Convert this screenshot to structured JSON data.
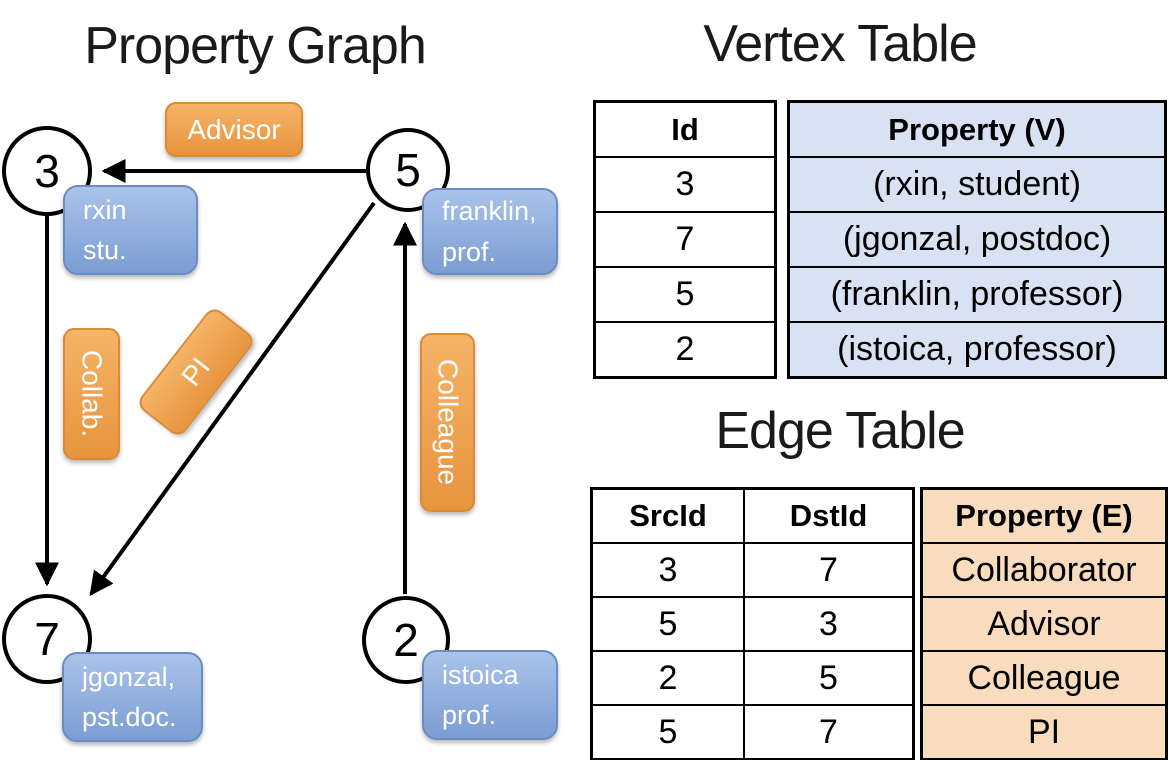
{
  "diagram": {
    "title": "Property Graph",
    "nodes": [
      {
        "id": "3",
        "line1": "rxin",
        "line2": "stu."
      },
      {
        "id": "5",
        "line1": "franklin,",
        "line2": "prof."
      },
      {
        "id": "7",
        "line1": "jgonzal,",
        "line2": "pst.doc."
      },
      {
        "id": "2",
        "line1": "istoica",
        "line2": "prof."
      }
    ],
    "edge_labels": {
      "advisor": "Advisor",
      "collab": "Collab.",
      "pi": "PI",
      "colleague": "Colleague"
    },
    "edges": [
      {
        "src": "5",
        "dst": "3",
        "label": "Advisor"
      },
      {
        "src": "3",
        "dst": "7",
        "label": "Collab."
      },
      {
        "src": "5",
        "dst": "7",
        "label": "PI"
      },
      {
        "src": "2",
        "dst": "5",
        "label": "Colleague"
      }
    ]
  },
  "vertex_table": {
    "title": "Vertex Table",
    "columns": [
      "Id",
      "Property (V)"
    ],
    "rows": [
      [
        "3",
        "(rxin, student)"
      ],
      [
        "7",
        "(jgonzal, postdoc)"
      ],
      [
        "5",
        "(franklin, professor)"
      ],
      [
        "2",
        "(istoica, professor)"
      ]
    ]
  },
  "edge_table": {
    "title": "Edge Table",
    "columns": [
      "SrcId",
      "DstId",
      "Property (E)"
    ],
    "rows": [
      [
        "3",
        "7",
        "Collaborator"
      ],
      [
        "5",
        "3",
        "Advisor"
      ],
      [
        "2",
        "5",
        "Colleague"
      ],
      [
        "5",
        "7",
        "PI"
      ]
    ]
  },
  "colors": {
    "blue_box_top": "#a9c3ea",
    "blue_box_bottom": "#7c9dd3",
    "blue_box_border": "#6a8cc0",
    "orange_box_top": "#f5b467",
    "orange_box_bottom": "#e8943e",
    "orange_box_border": "#db8a35",
    "vertex_cell_bg": "#d9e2f3",
    "edge_cell_bg": "#f8dcbd",
    "line_color": "#000000"
  }
}
